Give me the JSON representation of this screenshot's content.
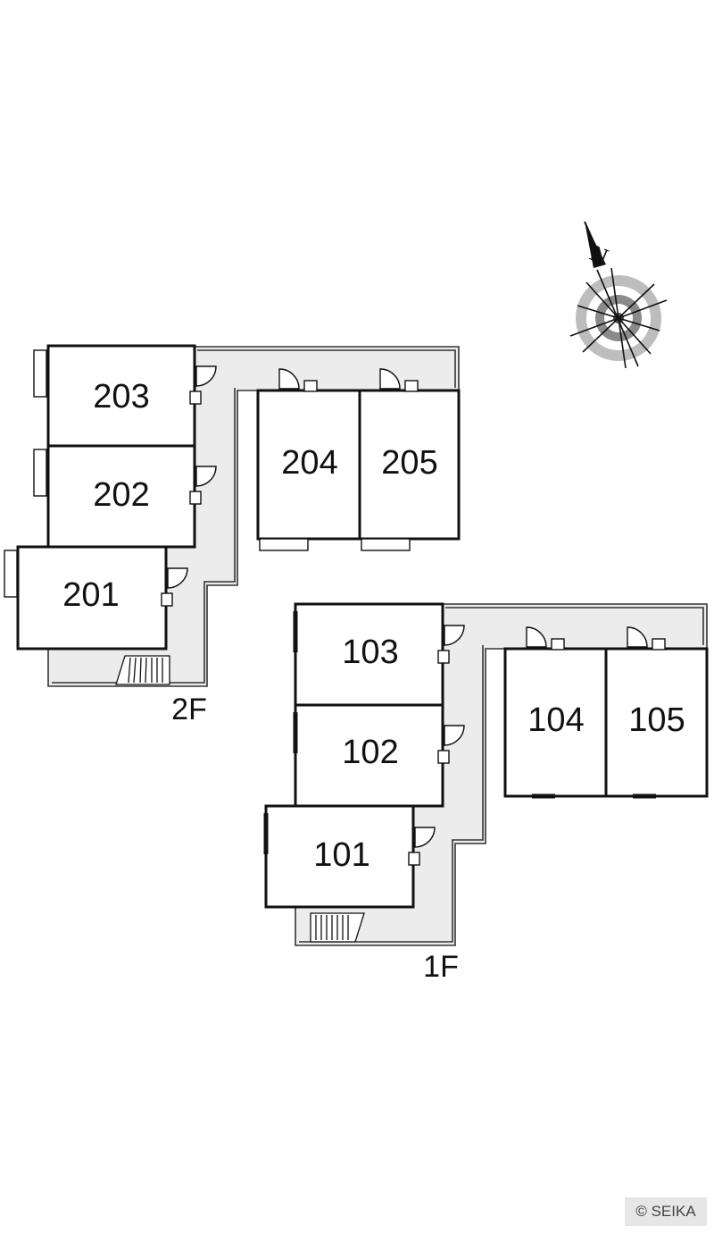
{
  "floors": [
    {
      "id": "2F",
      "label": "2F"
    },
    {
      "id": "1F",
      "label": "1F"
    }
  ],
  "rooms": [
    {
      "id": "203",
      "label": "203"
    },
    {
      "id": "202",
      "label": "202"
    },
    {
      "id": "201",
      "label": "201"
    },
    {
      "id": "204",
      "label": "204"
    },
    {
      "id": "205",
      "label": "205"
    },
    {
      "id": "103",
      "label": "103"
    },
    {
      "id": "102",
      "label": "102"
    },
    {
      "id": "101",
      "label": "101"
    },
    {
      "id": "104",
      "label": "104"
    },
    {
      "id": "105",
      "label": "105"
    }
  ],
  "compass": {
    "label": "N",
    "icon": "compass-rose-icon"
  },
  "copyright": {
    "text": "© SEIKA"
  },
  "colors": {
    "wall": "#111111",
    "corridor": "#ececec",
    "badge": "#e6e6e6"
  }
}
